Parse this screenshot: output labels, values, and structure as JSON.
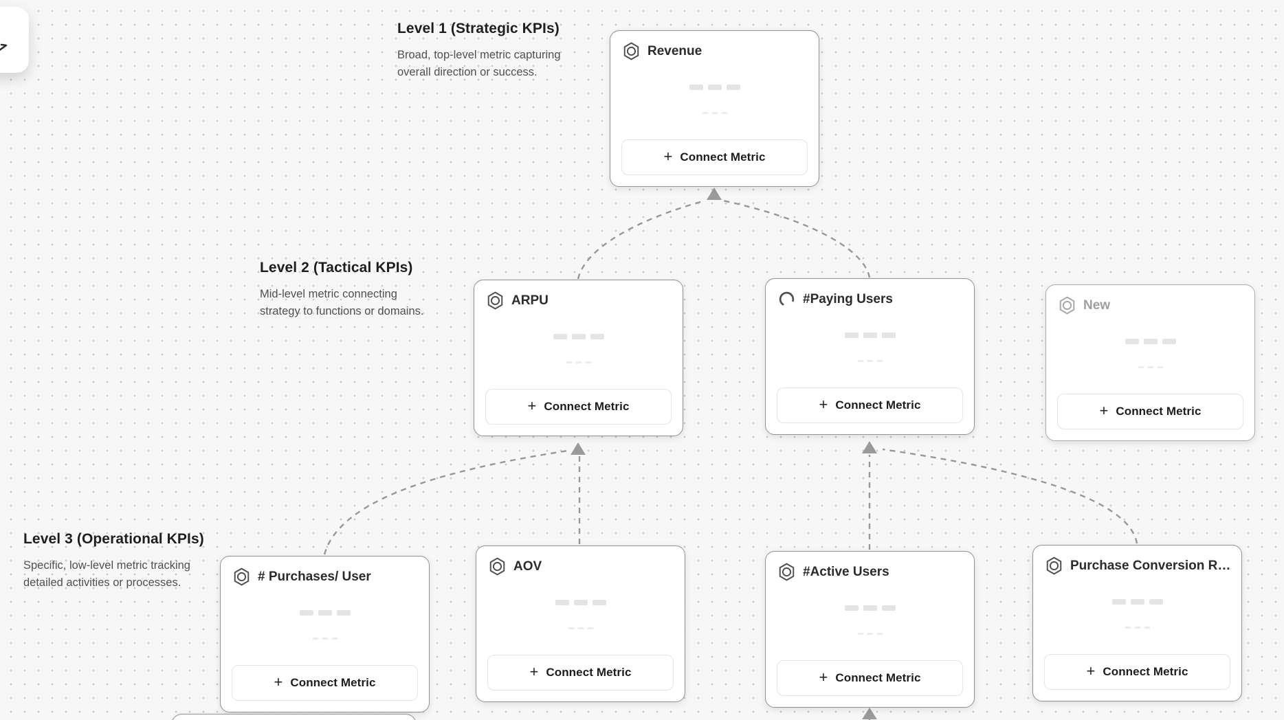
{
  "levels": [
    {
      "title": "Level 1 (Strategic KPIs)",
      "desc1": "Broad, top-level metric capturing",
      "desc2": "overall direction or success."
    },
    {
      "title": "Level 2 (Tactical KPIs)",
      "desc1": "Mid-level metric connecting",
      "desc2": "strategy to functions or domains."
    },
    {
      "title": "Level 3 (Operational KPIs)",
      "desc1": "Specific, low-level metric tracking",
      "desc2": "detailed activities or processes."
    }
  ],
  "cards": [
    {
      "title": "Revenue",
      "icon": "hexagon-target-icon",
      "state": "default",
      "button_label": "Connect Metric"
    },
    {
      "title": "ARPU",
      "icon": "hexagon-target-icon",
      "state": "default",
      "button_label": "Connect Metric"
    },
    {
      "title": "#Paying Users",
      "icon": "spinner-icon",
      "state": "loading",
      "button_label": "Connect Metric"
    },
    {
      "title": "New",
      "icon": "hexagon-target-icon",
      "state": "placeholder",
      "button_label": "Connect Metric"
    },
    {
      "title": "# Purchases/ User",
      "icon": "hexagon-target-icon",
      "state": "default",
      "button_label": "Connect Metric"
    },
    {
      "title": "AOV",
      "icon": "hexagon-target-icon",
      "state": "default",
      "button_label": "Connect Metric"
    },
    {
      "title": "#Active Users",
      "icon": "hexagon-target-icon",
      "state": "default",
      "button_label": "Connect Metric"
    },
    {
      "title": "Purchase Conversion Rate",
      "icon": "hexagon-target-icon",
      "state": "default",
      "button_label": "Connect Metric"
    }
  ],
  "ui": {
    "plus_glyph": "+"
  },
  "colors": {
    "canvas_bg": "#f7f7f7",
    "grid_dot": "#c9c9c9",
    "card_border": "#909090",
    "card_bg": "#ffffff",
    "title_text": "#2b2b2b",
    "heading_text": "#1e1e1e",
    "muted_text": "#4f4f4f",
    "placeholder_text": "#9e9e9e",
    "connector": "#979797",
    "button_border": "#e3e3e3",
    "skeleton_bar": "#e4e4e4"
  }
}
